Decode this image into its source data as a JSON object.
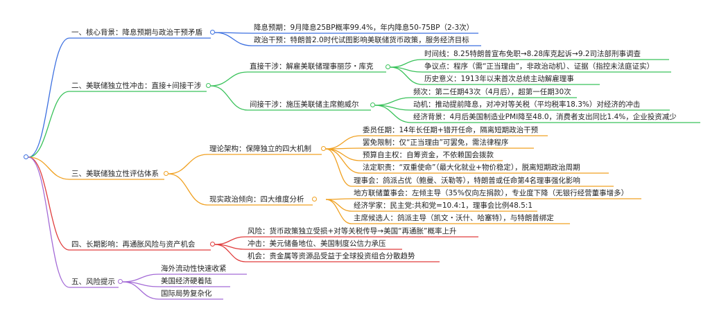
{
  "mindmap": {
    "branches": [
      {
        "label": "一、核心背景：降息预期与政治干预矛盾",
        "color": "#3b6fe0",
        "children": [
          {
            "label": "降息预期：9月降息25BP概率99.4%，年内降息50-75BP（2-3次）"
          },
          {
            "label": "政治干预：特朗普2.0时代试图影响美联储货币政策，服务经济目标"
          }
        ]
      },
      {
        "label": "二、美联储独立性冲击：直接+间接干涉",
        "color": "#39c25a",
        "children": [
          {
            "label": "直接干涉：解雇美联储理事丽莎・库克",
            "children": [
              {
                "label": "时间线：8.25特朗普宣布免职→8.28库克起诉→9.2司法部刑事调查"
              },
              {
                "label": "争议点：程序（需“正当理由”，非政治动机）、证据（指控未法庭证实）"
              },
              {
                "label": "历史意义：1913年以来首次总统主动解雇理事"
              }
            ]
          },
          {
            "label": "间接干涉：施压美联储主席鲍威尔",
            "children": [
              {
                "label": "频次：第二任期43次（4月后），超第一任期30次"
              },
              {
                "label": "动机：推动提前降息，对冲对等关税（平均税率18.3%）对经济的冲击"
              },
              {
                "label": "经济背景：4月后美国制造业PMI降至48.0，消费者支出同比1.4%，企业投资减少"
              }
            ]
          }
        ]
      },
      {
        "label": "三、美联储独立性评估体系",
        "color": "#f0a020",
        "children": [
          {
            "label": "理论架构：保障独立的四大机制",
            "children": [
              {
                "label": "委员任期：14年长任期+错开任命，隔离短期政治干预"
              },
              {
                "label": "罢免限制：仅“正当理由”可罢免，需法律程序"
              },
              {
                "label": "预算自主权：自筹资金，不依赖国会拨款"
              },
              {
                "label": "法定职责：“双重使命”（最大化就业+物价稳定），脱离短期政治周期"
              }
            ]
          },
          {
            "label": "现实政治倾向：四大维度分析",
            "children": [
              {
                "label": "理事会：鸽派占优（鲍曼、沃勒等），特朗普或任命第4名理事强化影响"
              },
              {
                "label": "地方联储董事会：左倾主导（35%仅向左捐款），专业度下降（无银行经营董事增多）"
              },
              {
                "label": "经济学家：民主党:共和党=10.4:1，理事会比例48.5:1"
              },
              {
                "label": "主席候选人：鸽派主导（凯文・沃什、哈塞特），与特朗普绑定"
              }
            ]
          }
        ]
      },
      {
        "label": "四、长期影响：再通胀风险与资产机会",
        "color": "#e03c3c",
        "children": [
          {
            "label": "风险：货币政策独立受损+对等关税传导→美国“再通胀”概率上升"
          },
          {
            "label": "冲击：美元储备地位、美国制度公信力承压"
          },
          {
            "label": "机会：贵金属等资源品受益于全球投资组合分散趋势"
          }
        ]
      },
      {
        "label": "五、风险提示",
        "color": "#a36ad6",
        "children": [
          {
            "label": "海外流动性快速收紧"
          },
          {
            "label": "美国经济硬着陆"
          },
          {
            "label": "国际局势复杂化"
          }
        ]
      }
    ]
  }
}
